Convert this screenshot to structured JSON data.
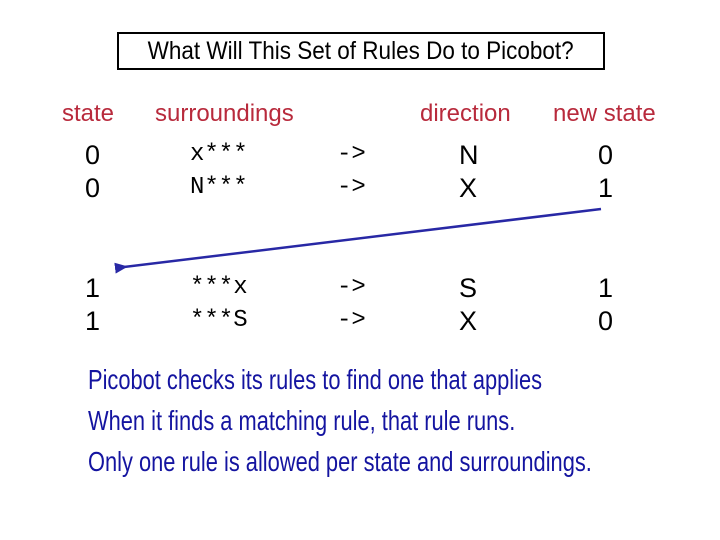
{
  "title": "What Will This Set of Rules Do to Picobot?",
  "columns": [
    "state",
    "surroundings",
    "direction",
    "new state"
  ],
  "rules": [
    {
      "state": "0",
      "surroundings": "x***",
      "op": "->",
      "direction": "N",
      "new_state": "0"
    },
    {
      "state": "0",
      "surroundings": "N***",
      "op": "->",
      "direction": "X",
      "new_state": "1"
    },
    {
      "state": "1",
      "surroundings": "***x",
      "op": "->",
      "direction": "S",
      "new_state": "1"
    },
    {
      "state": "1",
      "surroundings": "***S",
      "op": "->",
      "direction": "X",
      "new_state": "0"
    }
  ],
  "notes": [
    "Picobot checks its rules to find one that applies",
    "When it finds a matching rule, that rule runs.",
    "Only one rule is allowed per state and surroundings."
  ],
  "colors": {
    "background": "#ffffff",
    "title_text": "#000000",
    "title_border": "#000000",
    "header_text": "#b82a3c",
    "body_text": "#000000",
    "note_text": "#1414a0",
    "arrow": "#2828a5"
  }
}
